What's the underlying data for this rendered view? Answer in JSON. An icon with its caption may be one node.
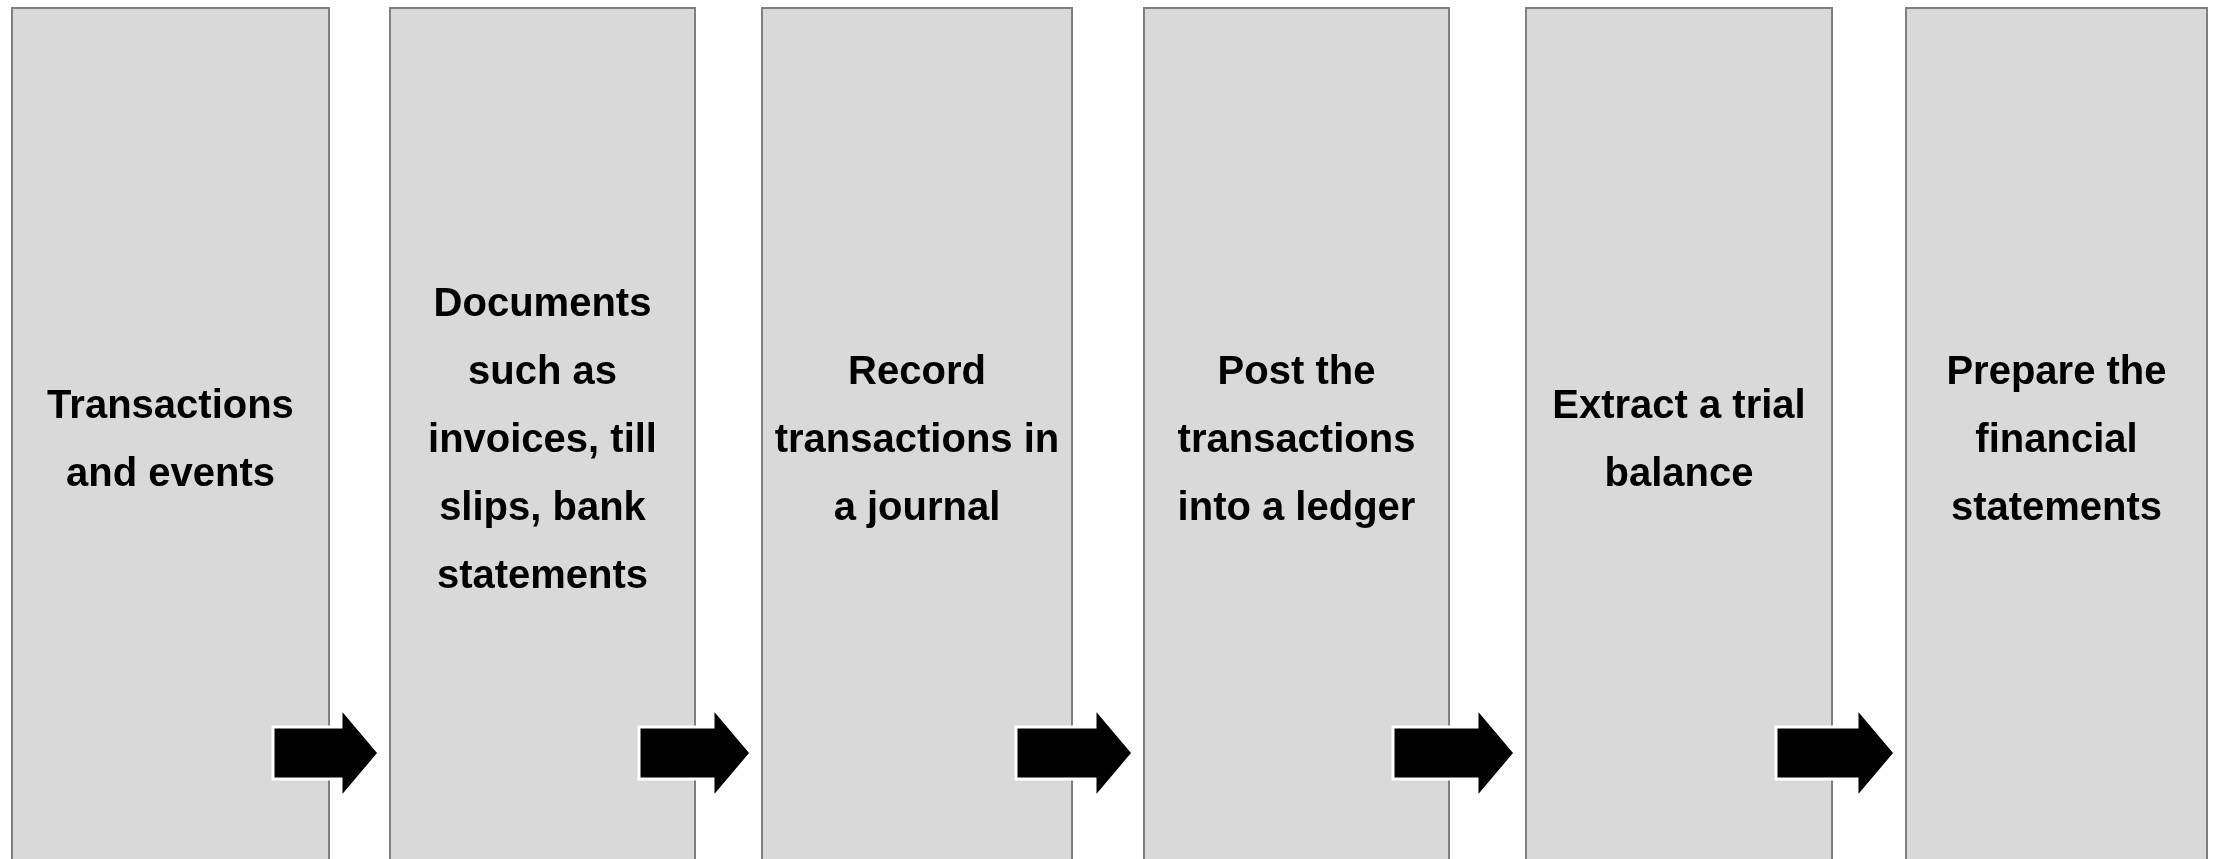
{
  "diagram": {
    "nodes": [
      {
        "text": [
          "Transactions and events"
        ]
      },
      {
        "text": [
          "Documents such as invoices, till slips, bank statements"
        ]
      },
      {
        "text": [
          "Record transactions in a journal"
        ]
      },
      {
        "text": [
          "Post the transactions into a ledger"
        ]
      },
      {
        "text": [
          "Extract a trial balance"
        ]
      },
      {
        "text": [
          "Prepare the financial statements"
        ]
      }
    ],
    "edges": [
      {
        "from": 0,
        "to": 1,
        "arrow": "to"
      },
      {
        "from": 1,
        "to": 2,
        "arrow": "to"
      },
      {
        "from": 2,
        "to": 3,
        "arrow": "to"
      },
      {
        "from": 3,
        "to": 4,
        "arrow": "to"
      },
      {
        "from": 4,
        "to": 5,
        "arrow": "to"
      }
    ]
  }
}
